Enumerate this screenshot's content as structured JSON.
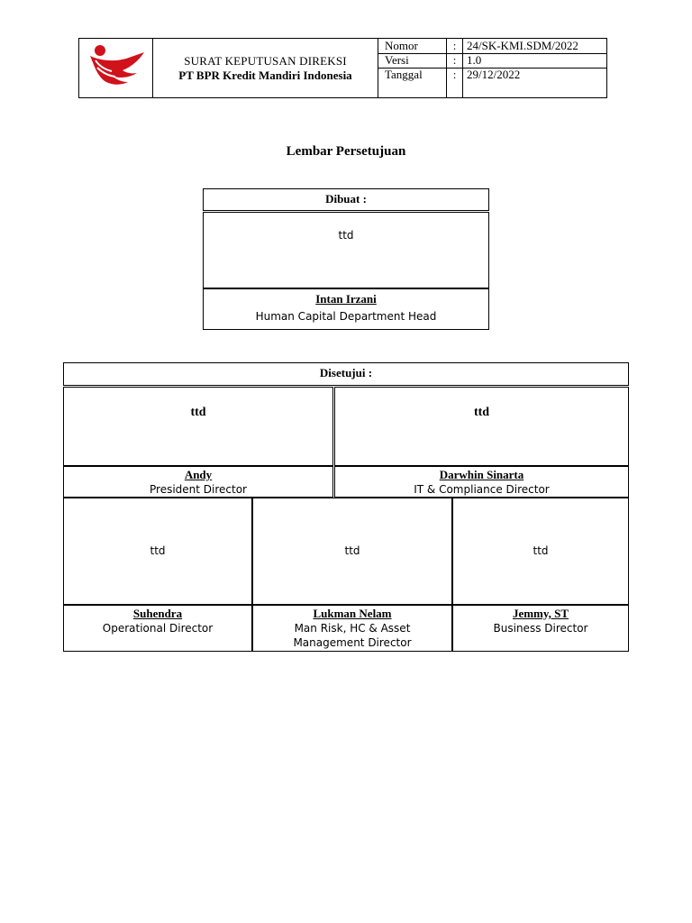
{
  "header": {
    "title_line1": "SURAT KEPUTUSAN DIREKSI",
    "title_line2": "PT BPR Kredit Mandiri Indonesia",
    "meta": [
      {
        "label": "Nomor",
        "colon": ":",
        "value": "24/SK-KMI.SDM/2022"
      },
      {
        "label": "Versi",
        "colon": ":",
        "value": "1.0"
      },
      {
        "label": "Tanggal",
        "colon": ":",
        "value": "29/12/2022"
      }
    ],
    "brand_color": "#d0121b"
  },
  "document_title": "Lembar Persetujuan",
  "dibuat": {
    "heading": "Dibuat :",
    "signature": "ttd",
    "name": "Intan Irzani",
    "role": "Human Capital Department Head"
  },
  "disetujui": {
    "heading": "Disetujui :",
    "top_row": [
      {
        "signature": "ttd",
        "name": "Andy",
        "role": "President Director"
      },
      {
        "signature": "ttd",
        "name": "Darwhin Sinarta",
        "role": "IT & Compliance Director"
      }
    ],
    "bottom_row": [
      {
        "signature": "ttd",
        "name": "Suhendra",
        "role": "Operational Director"
      },
      {
        "signature": "ttd",
        "name": "Lukman Nelam",
        "role_line1": "Man Risk, HC & Asset",
        "role_line2": "Management Director"
      },
      {
        "signature": "ttd",
        "name": "Jemmy, ST",
        "role": "Business Director"
      }
    ]
  }
}
